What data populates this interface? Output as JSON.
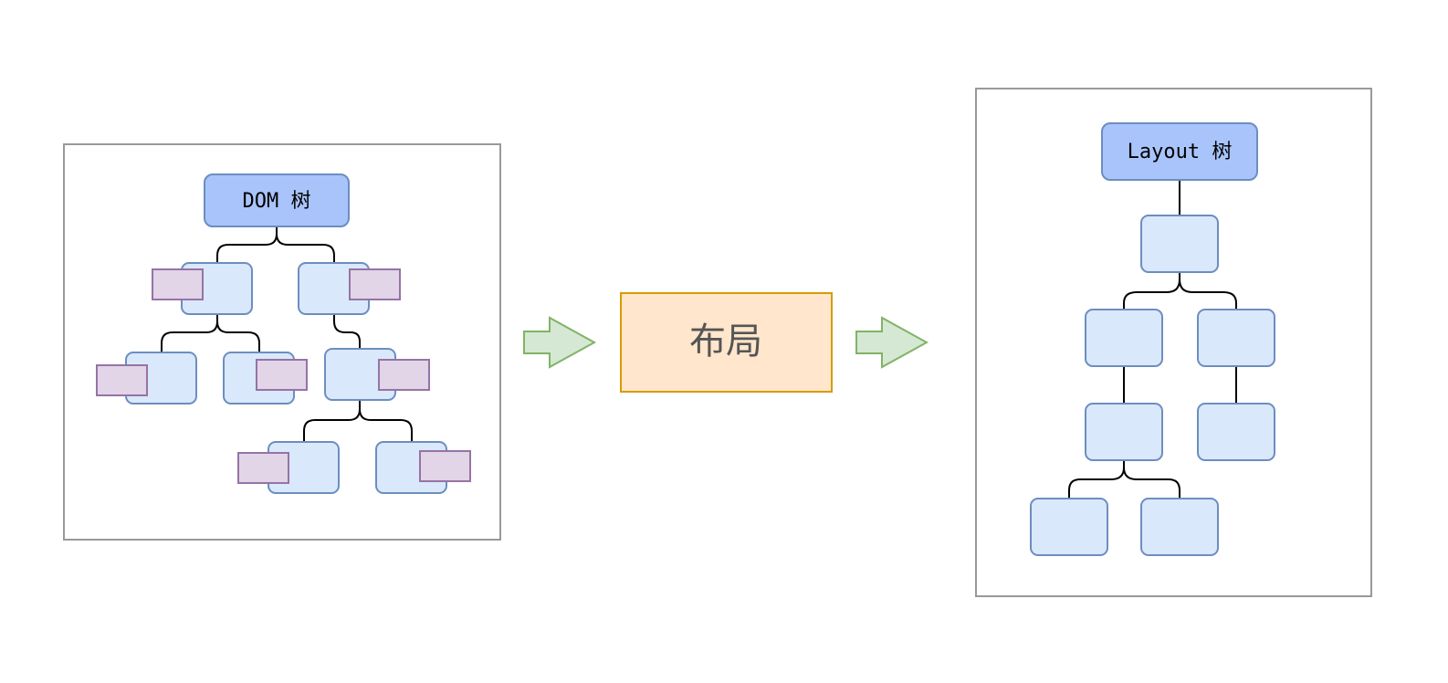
{
  "dom_tree": {
    "root_label": "DOM 树"
  },
  "layout_step": {
    "label": "布局"
  },
  "layout_tree": {
    "root_label": "Layout 树"
  },
  "colors": {
    "frame_border": "#999999",
    "root_fill": "#a9c4fb",
    "root_border": "#6c8ebf",
    "node_fill": "#dae8fc",
    "node_border": "#6c8ebf",
    "style_fill": "#e1d5e7",
    "style_border": "#9673a6",
    "process_fill": "#ffe6cc",
    "process_border": "#d79b00",
    "arrow_fill": "#d5e8d4",
    "arrow_border": "#82b366",
    "connector": "#000000",
    "text": "#000000",
    "process_text": "#555555"
  }
}
